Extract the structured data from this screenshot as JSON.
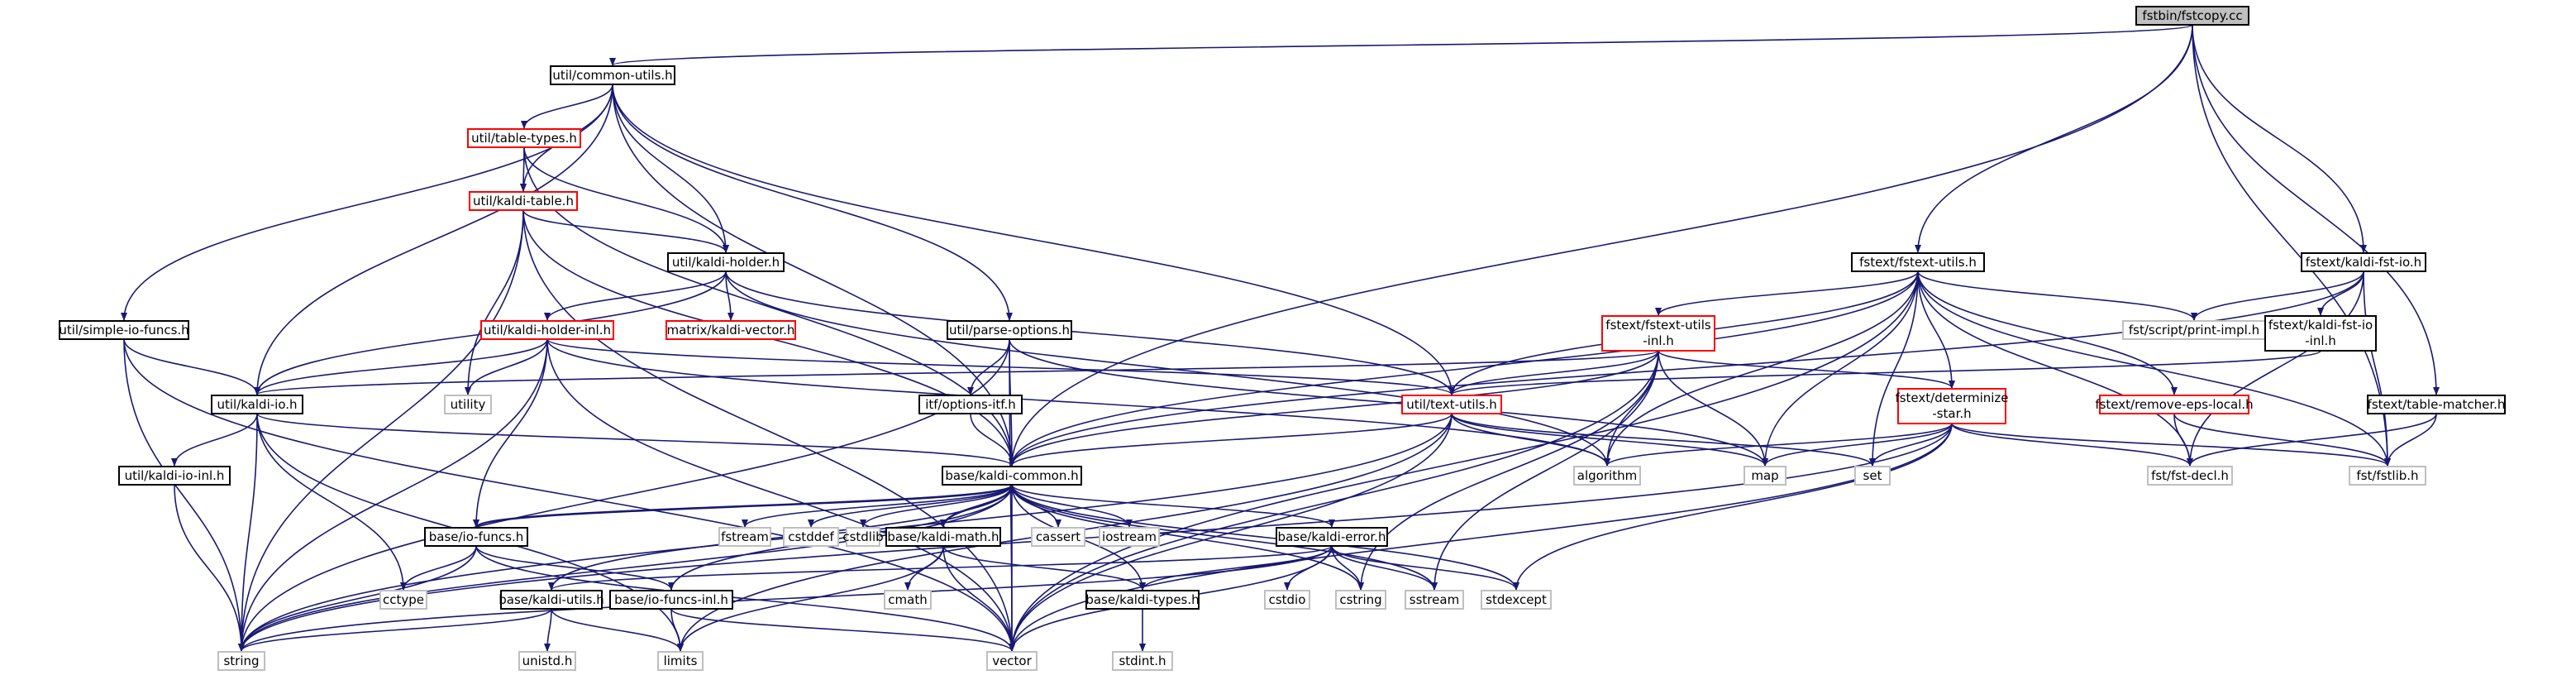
{
  "colors": {
    "root_fill": "#bfbfbf",
    "border_normal": "#000000",
    "border_truncated": "#ff0000",
    "border_system": "#bfbfbf",
    "edge": "#191970",
    "text": "#000000"
  },
  "nodes": {
    "n_root": {
      "label": "fstbin/fstcopy.cc",
      "kind": "root"
    },
    "n_common_utils": {
      "label": "util/common-utils.h",
      "kind": "normal"
    },
    "n_table_types": {
      "label": "util/table-types.h",
      "kind": "truncated"
    },
    "n_kaldi_table": {
      "label": "util/kaldi-table.h",
      "kind": "truncated"
    },
    "n_kaldi_holder": {
      "label": "util/kaldi-holder.h",
      "kind": "normal"
    },
    "n_kaldi_holder_inl": {
      "label": "util/kaldi-holder-inl.h",
      "kind": "truncated"
    },
    "n_matrix_vector": {
      "label": "matrix/kaldi-vector.h",
      "kind": "truncated"
    },
    "n_simple_io": {
      "label": "util/simple-io-funcs.h",
      "kind": "normal"
    },
    "n_kaldi_io": {
      "label": "util/kaldi-io.h",
      "kind": "normal"
    },
    "n_kaldi_io_inl": {
      "label": "util/kaldi-io-inl.h",
      "kind": "normal"
    },
    "n_parse_options": {
      "label": "util/parse-options.h",
      "kind": "normal"
    },
    "n_options_itf": {
      "label": "itf/options-itf.h",
      "kind": "normal"
    },
    "n_utility": {
      "label": "utility",
      "kind": "system"
    },
    "n_fstext_utils": {
      "label": "fstext/fstext-utils.h",
      "kind": "normal"
    },
    "n_fstext_utils_inl": {
      "label": "fstext/fstext-utils-inl.h",
      "line1": "fstext/fstext-utils",
      "line2": "-inl.h",
      "kind": "truncated"
    },
    "n_text_utils": {
      "label": "util/text-utils.h",
      "kind": "truncated"
    },
    "n_determinize_star": {
      "label": "fstext/determinize-star.h",
      "line1": "fstext/determinize",
      "line2": "-star.h",
      "kind": "truncated"
    },
    "n_remove_eps": {
      "label": "fstext/remove-eps-local.h",
      "kind": "truncated"
    },
    "n_print_impl": {
      "label": "fst/script/print-impl.h",
      "kind": "system"
    },
    "n_kaldi_fst_io": {
      "label": "fstext/kaldi-fst-io.h",
      "kind": "normal"
    },
    "n_kaldi_fst_io_inl": {
      "label": "fstext/kaldi-fst-io-inl.h",
      "line1": "fstext/kaldi-fst-io",
      "line2": "-inl.h",
      "kind": "normal"
    },
    "n_table_matcher": {
      "label": "fstext/table-matcher.h",
      "kind": "normal"
    },
    "n_fst_decl": {
      "label": "fst/fst-decl.h",
      "kind": "system"
    },
    "n_fstlib": {
      "label": "fst/fstlib.h",
      "kind": "system"
    },
    "n_algorithm": {
      "label": "algorithm",
      "kind": "system"
    },
    "n_map": {
      "label": "map",
      "kind": "system"
    },
    "n_set": {
      "label": "set",
      "kind": "system"
    },
    "n_kaldi_common": {
      "label": "base/kaldi-common.h",
      "kind": "normal"
    },
    "n_io_funcs": {
      "label": "base/io-funcs.h",
      "kind": "normal"
    },
    "n_io_funcs_inl": {
      "label": "base/io-funcs-inl.h",
      "kind": "normal"
    },
    "n_kaldi_utils": {
      "label": "base/kaldi-utils.h",
      "kind": "normal"
    },
    "n_kaldi_math": {
      "label": "base/kaldi-math.h",
      "kind": "normal"
    },
    "n_kaldi_error": {
      "label": "base/kaldi-error.h",
      "kind": "normal"
    },
    "n_kaldi_types": {
      "label": "base/kaldi-types.h",
      "kind": "normal"
    },
    "n_fstream": {
      "label": "fstream",
      "kind": "system"
    },
    "n_cstddef": {
      "label": "cstddef",
      "kind": "system"
    },
    "n_cstdlib": {
      "label": "cstdlib",
      "kind": "system"
    },
    "n_cassert": {
      "label": "cassert",
      "kind": "system"
    },
    "n_iostream": {
      "label": "iostream",
      "kind": "system"
    },
    "n_cctype": {
      "label": "cctype",
      "kind": "system"
    },
    "n_cmath": {
      "label": "cmath",
      "kind": "system"
    },
    "n_cstdio": {
      "label": "cstdio",
      "kind": "system"
    },
    "n_cstring": {
      "label": "cstring",
      "kind": "system"
    },
    "n_sstream": {
      "label": "sstream",
      "kind": "system"
    },
    "n_stdexcept": {
      "label": "stdexcept",
      "kind": "system"
    },
    "n_string": {
      "label": "string",
      "kind": "system"
    },
    "n_limits": {
      "label": "limits",
      "kind": "system"
    },
    "n_vector": {
      "label": "vector",
      "kind": "system"
    },
    "n_unistd": {
      "label": "unistd.h",
      "kind": "system"
    },
    "n_stdint": {
      "label": "stdint.h",
      "kind": "system"
    }
  },
  "edges": [
    [
      "n_root",
      "n_common_utils"
    ],
    [
      "n_root",
      "n_kaldi_common"
    ],
    [
      "n_root",
      "n_fstext_utils"
    ],
    [
      "n_root",
      "n_kaldi_fst_io"
    ],
    [
      "n_root",
      "n_table_matcher"
    ],
    [
      "n_root",
      "n_fstlib"
    ],
    [
      "n_common_utils",
      "n_table_types"
    ],
    [
      "n_common_utils",
      "n_kaldi_table"
    ],
    [
      "n_common_utils",
      "n_kaldi_holder"
    ],
    [
      "n_common_utils",
      "n_simple_io"
    ],
    [
      "n_common_utils",
      "n_kaldi_io"
    ],
    [
      "n_common_utils",
      "n_parse_options"
    ],
    [
      "n_common_utils",
      "n_text_utils"
    ],
    [
      "n_common_utils",
      "n_kaldi_common"
    ],
    [
      "n_table_types",
      "n_kaldi_table"
    ],
    [
      "n_table_types",
      "n_kaldi_holder"
    ],
    [
      "n_table_types",
      "n_kaldi_common"
    ],
    [
      "n_kaldi_table",
      "n_kaldi_holder"
    ],
    [
      "n_kaldi_table",
      "n_utility"
    ],
    [
      "n_kaldi_table",
      "n_string"
    ],
    [
      "n_kaldi_table",
      "n_vector"
    ],
    [
      "n_kaldi_table",
      "n_kaldi_common"
    ],
    [
      "n_kaldi_holder",
      "n_kaldi_holder_inl"
    ],
    [
      "n_kaldi_holder",
      "n_matrix_vector"
    ],
    [
      "n_kaldi_holder",
      "n_kaldi_io"
    ],
    [
      "n_kaldi_holder",
      "n_text_utils"
    ],
    [
      "n_kaldi_holder",
      "n_algorithm"
    ],
    [
      "n_kaldi_holder_inl",
      "n_utility"
    ],
    [
      "n_kaldi_holder_inl",
      "n_kaldi_io"
    ],
    [
      "n_kaldi_holder_inl",
      "n_text_utils"
    ],
    [
      "n_kaldi_holder_inl",
      "n_io_funcs"
    ],
    [
      "n_kaldi_holder_inl",
      "n_string"
    ],
    [
      "n_kaldi_holder_inl",
      "n_vector"
    ],
    [
      "n_kaldi_holder_inl",
      "n_algorithm"
    ],
    [
      "n_simple_io",
      "n_kaldi_io"
    ],
    [
      "n_simple_io",
      "n_string"
    ],
    [
      "n_simple_io",
      "n_vector"
    ],
    [
      "n_kaldi_io",
      "n_kaldi_io_inl"
    ],
    [
      "n_kaldi_io",
      "n_kaldi_common"
    ],
    [
      "n_kaldi_io",
      "n_cctype"
    ],
    [
      "n_kaldi_io",
      "n_string"
    ],
    [
      "n_kaldi_io",
      "n_limits"
    ],
    [
      "n_kaldi_io_inl",
      "n_string"
    ],
    [
      "n_parse_options",
      "n_options_itf"
    ],
    [
      "n_parse_options",
      "n_kaldi_common"
    ],
    [
      "n_parse_options",
      "n_map"
    ],
    [
      "n_parse_options",
      "n_string"
    ],
    [
      "n_parse_options",
      "n_vector"
    ],
    [
      "n_options_itf",
      "n_kaldi_common"
    ],
    [
      "n_fstext_utils",
      "n_fstext_utils_inl"
    ],
    [
      "n_fstext_utils",
      "n_text_utils"
    ],
    [
      "n_fstext_utils",
      "n_determinize_star"
    ],
    [
      "n_fstext_utils",
      "n_remove_eps"
    ],
    [
      "n_fstext_utils",
      "n_print_impl"
    ],
    [
      "n_fstext_utils",
      "n_algorithm"
    ],
    [
      "n_fstext_utils",
      "n_map"
    ],
    [
      "n_fstext_utils",
      "n_set"
    ],
    [
      "n_fstext_utils",
      "n_fst_decl"
    ],
    [
      "n_fstext_utils",
      "n_fstlib"
    ],
    [
      "n_fstext_utils",
      "n_kaldi_common"
    ],
    [
      "n_fstext_utils",
      "n_vector"
    ],
    [
      "n_fstext_utils_inl",
      "n_text_utils"
    ],
    [
      "n_fstext_utils_inl",
      "n_kaldi_common"
    ],
    [
      "n_fstext_utils_inl",
      "n_kaldi_io"
    ],
    [
      "n_fstext_utils_inl",
      "n_determinize_star"
    ],
    [
      "n_fstext_utils_inl",
      "n_algorithm"
    ],
    [
      "n_fstext_utils_inl",
      "n_map"
    ],
    [
      "n_fstext_utils_inl",
      "n_sstream"
    ],
    [
      "n_fstext_utils_inl",
      "n_cstring"
    ],
    [
      "n_fstext_utils_inl",
      "n_vector"
    ],
    [
      "n_text_utils",
      "n_kaldi_common"
    ],
    [
      "n_text_utils",
      "n_algorithm"
    ],
    [
      "n_text_utils",
      "n_map"
    ],
    [
      "n_text_utils",
      "n_set"
    ],
    [
      "n_text_utils",
      "n_string"
    ],
    [
      "n_text_utils",
      "n_vector"
    ],
    [
      "n_text_utils",
      "n_limits"
    ],
    [
      "n_determinize_star",
      "n_algorithm"
    ],
    [
      "n_determinize_star",
      "n_map"
    ],
    [
      "n_determinize_star",
      "n_set"
    ],
    [
      "n_determinize_star",
      "n_fst_decl"
    ],
    [
      "n_determinize_star",
      "n_fstlib"
    ],
    [
      "n_determinize_star",
      "n_stdexcept"
    ],
    [
      "n_determinize_star",
      "n_string"
    ],
    [
      "n_determinize_star",
      "n_vector"
    ],
    [
      "n_remove_eps",
      "n_fst_decl"
    ],
    [
      "n_remove_eps",
      "n_fstlib"
    ],
    [
      "n_kaldi_fst_io",
      "n_kaldi_fst_io_inl"
    ],
    [
      "n_kaldi_fst_io",
      "n_print_impl"
    ],
    [
      "n_kaldi_fst_io",
      "n_fst_decl"
    ],
    [
      "n_kaldi_fst_io",
      "n_fstlib"
    ],
    [
      "n_kaldi_fst_io",
      "n_kaldi_common"
    ],
    [
      "n_kaldi_fst_io_inl",
      "n_text_utils"
    ],
    [
      "n_table_matcher",
      "n_fst_decl"
    ],
    [
      "n_table_matcher",
      "n_fstlib"
    ],
    [
      "n_kaldi_common",
      "n_io_funcs"
    ],
    [
      "n_kaldi_common",
      "n_kaldi_utils"
    ],
    [
      "n_kaldi_common",
      "n_kaldi_math"
    ],
    [
      "n_kaldi_common",
      "n_kaldi_error"
    ],
    [
      "n_kaldi_common",
      "n_kaldi_types"
    ],
    [
      "n_kaldi_common",
      "n_fstream"
    ],
    [
      "n_kaldi_common",
      "n_cstddef"
    ],
    [
      "n_kaldi_common",
      "n_cstdlib"
    ],
    [
      "n_kaldi_common",
      "n_cassert"
    ],
    [
      "n_kaldi_common",
      "n_iostream"
    ],
    [
      "n_kaldi_common",
      "n_string"
    ],
    [
      "n_kaldi_common",
      "n_sstream"
    ],
    [
      "n_kaldi_common",
      "n_stdexcept"
    ],
    [
      "n_kaldi_common",
      "n_cstring"
    ],
    [
      "n_kaldi_common",
      "n_vector"
    ],
    [
      "n_io_funcs",
      "n_io_funcs_inl"
    ],
    [
      "n_io_funcs",
      "n_kaldi_common"
    ],
    [
      "n_io_funcs",
      "n_cctype"
    ],
    [
      "n_io_funcs",
      "n_string"
    ],
    [
      "n_io_funcs",
      "n_vector"
    ],
    [
      "n_io_funcs_inl",
      "n_kaldi_common"
    ],
    [
      "n_io_funcs_inl",
      "n_limits"
    ],
    [
      "n_io_funcs_inl",
      "n_vector"
    ],
    [
      "n_kaldi_math",
      "n_kaldi_common"
    ],
    [
      "n_kaldi_math",
      "n_kaldi_types"
    ],
    [
      "n_kaldi_math",
      "n_cmath"
    ],
    [
      "n_kaldi_math",
      "n_limits"
    ],
    [
      "n_kaldi_math",
      "n_vector"
    ],
    [
      "n_kaldi_error",
      "n_kaldi_utils"
    ],
    [
      "n_kaldi_error",
      "n_kaldi_types"
    ],
    [
      "n_kaldi_error",
      "n_cstdio"
    ],
    [
      "n_kaldi_error",
      "n_cstring"
    ],
    [
      "n_kaldi_error",
      "n_sstream"
    ],
    [
      "n_kaldi_error",
      "n_stdexcept"
    ],
    [
      "n_kaldi_error",
      "n_string"
    ],
    [
      "n_kaldi_error",
      "n_vector"
    ],
    [
      "n_kaldi_utils",
      "n_unistd"
    ],
    [
      "n_kaldi_utils",
      "n_string"
    ],
    [
      "n_kaldi_utils",
      "n_limits"
    ],
    [
      "n_kaldi_types",
      "n_stdint"
    ]
  ]
}
